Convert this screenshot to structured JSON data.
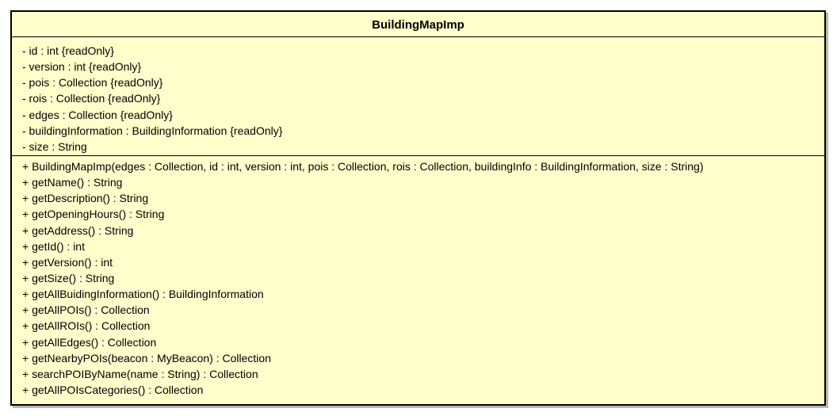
{
  "diagram": {
    "class_name": "BuildingMapImp",
    "attributes": [
      "- id : int {readOnly}",
      "- version : int {readOnly}",
      "- pois : Collection {readOnly}",
      "- rois : Collection {readOnly}",
      "- edges : Collection {readOnly}",
      "- buildingInformation : BuildingInformation {readOnly}",
      "- size : String"
    ],
    "operations": [
      "+ BuildingMapImp(edges : Collection, id : int, version : int, pois : Collection, rois : Collection, buildingInfo : BuildingInformation, size : String)",
      "+ getName() : String",
      "+ getDescription() : String",
      "+ getOpeningHours() : String",
      "+ getAddress() : String",
      "+ getId() : int",
      "+ getVersion() : int",
      "+ getSize() : String",
      "+ getAllBuidingInformation() : BuildingInformation",
      "+ getAllPOIs() : Collection",
      "+ getAllROIs() : Collection",
      "+ getAllEdges() : Collection",
      "+ getNearbyPOIs(beacon : MyBeacon) : Collection",
      "+ searchPOIByName(name : String) : Collection",
      "+ getAllPOIsCategories() : Collection"
    ]
  },
  "colors": {
    "class_fill": "#ffffcc",
    "border": "#000000",
    "shadow": "#b8b8b8",
    "text": "#000000"
  }
}
